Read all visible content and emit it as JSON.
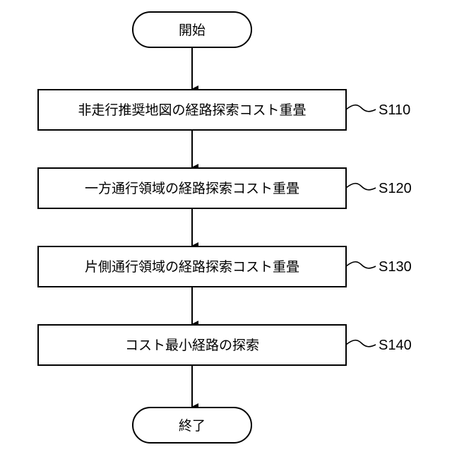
{
  "flowchart": {
    "start": {
      "label": "開始"
    },
    "steps": [
      {
        "label": "非走行推奨地図の経路探索コスト重畳",
        "step_id": "S110"
      },
      {
        "label": "一方通行領域の経路探索コスト重畳",
        "step_id": "S120"
      },
      {
        "label": "片側通行領域の経路探索コスト重畳",
        "step_id": "S130"
      },
      {
        "label": "コスト最小経路の探索",
        "step_id": "S140"
      }
    ],
    "end": {
      "label": "終了"
    }
  }
}
